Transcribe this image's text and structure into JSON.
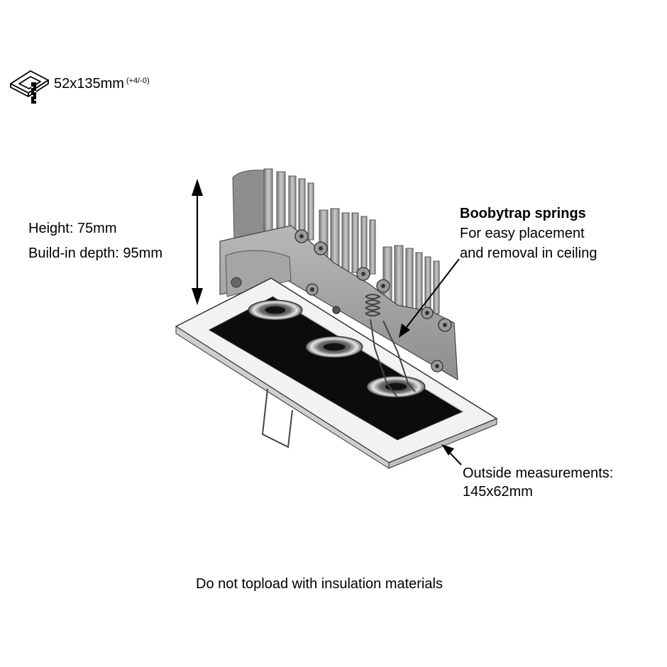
{
  "cutout": {
    "size": "52x135mm",
    "tolerance": "(+4/-0)",
    "icon": "ceiling-cutout-icon"
  },
  "height": {
    "label": "Height: 75mm"
  },
  "build_in_depth": {
    "label": "Build-in depth: 95mm"
  },
  "springs": {
    "title": "Boobytrap springs",
    "line1": "For easy placement",
    "line2": "and removal in ceiling"
  },
  "outside": {
    "line1": "Outside measurements:",
    "line2": "145x62mm"
  },
  "warning": "Do not topload with insulation materials"
}
